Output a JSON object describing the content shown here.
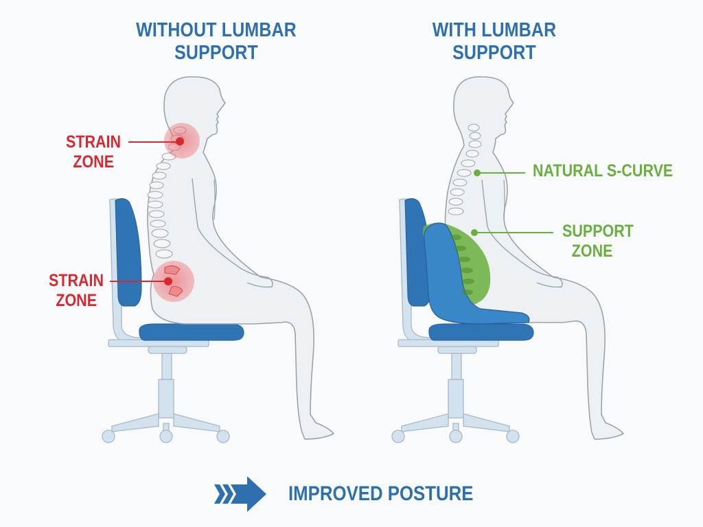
{
  "panels": {
    "left": {
      "title_line1": "WITHOUT LUMBAR",
      "title_line2": "SUPPORT",
      "annotations": [
        {
          "line1": "STRAIN",
          "line2": "ZONE",
          "target": "neck",
          "color": "#d7282f"
        },
        {
          "line1": "STRAIN",
          "line2": "ZONE",
          "target": "lower-back",
          "color": "#d7282f"
        }
      ]
    },
    "right": {
      "title_line1": "WITH LUMBAR",
      "title_line2": "SUPPORT",
      "annotations": [
        {
          "line1": "NATURAL S-CURVE",
          "target": "upper-back",
          "color": "#6aaf3d"
        },
        {
          "line1": "SUPPORT",
          "line2": "ZONE",
          "target": "lumbar",
          "color": "#6aaf3d"
        }
      ]
    }
  },
  "footer": {
    "label": "IMPROVED POSTURE",
    "icon": "arrow-right-icon"
  },
  "colors": {
    "title_blue": "#2e6fae",
    "strain_red": "#d7282f",
    "support_green": "#6aaf3d",
    "chair_blue": "#2f74b5",
    "chair_frame": "#d3e2ef",
    "body_fill": "#eef1f4",
    "body_outline": "#9aa3ab"
  }
}
